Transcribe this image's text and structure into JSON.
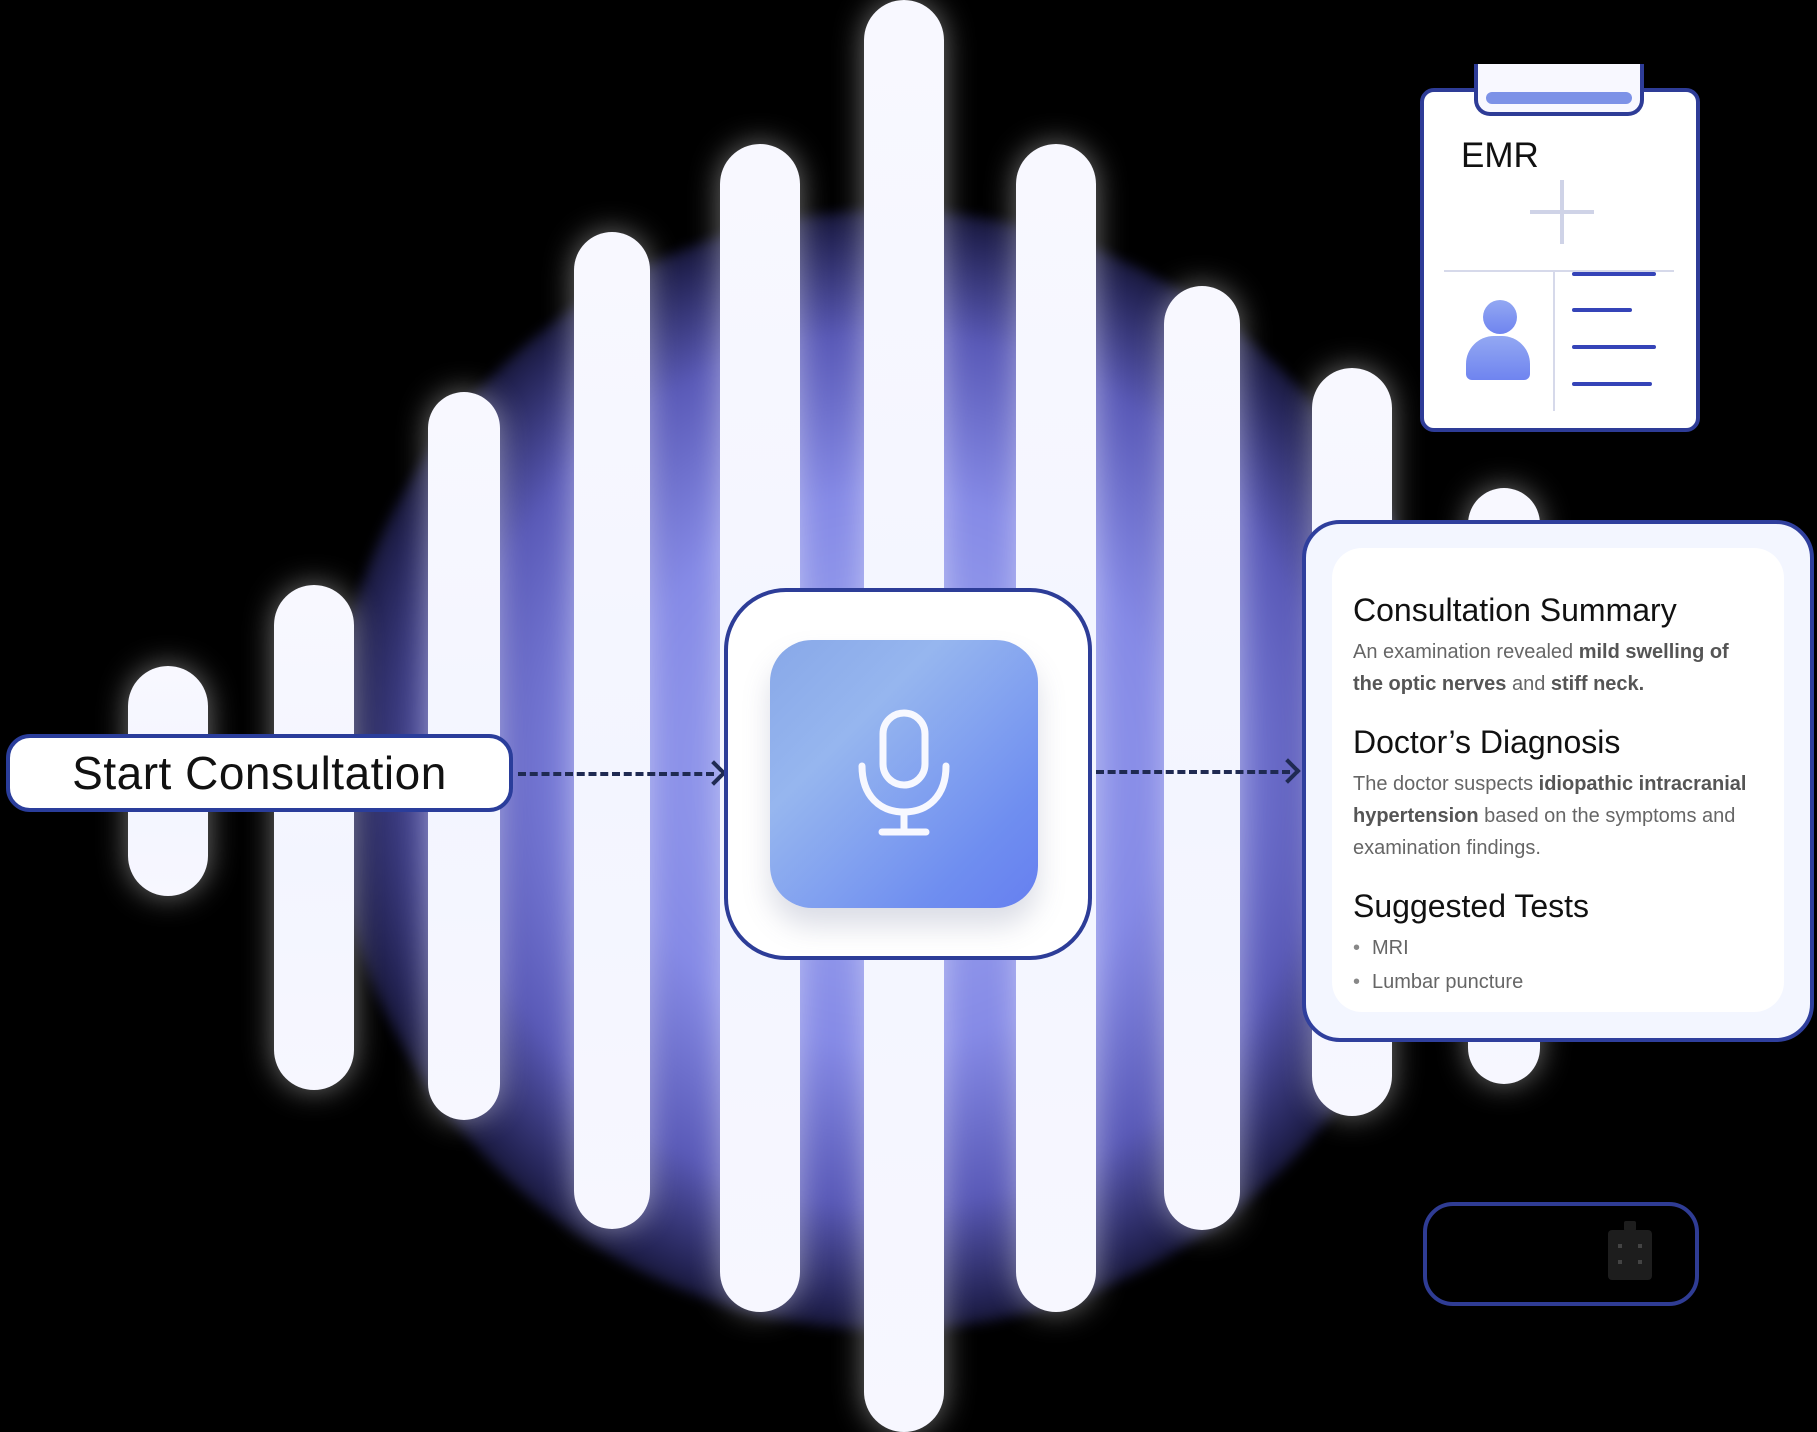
{
  "actions": {
    "start_label": "Start Consultation"
  },
  "icons": {
    "mic": "microphone-icon",
    "emr_plus": "plus-icon",
    "emr_avatar": "person-icon",
    "small_pill_icon": "building-icon"
  },
  "emr": {
    "title": "EMR"
  },
  "summary": {
    "consultation_title": "Consultation Summary",
    "consultation_body_prefix": "An examination revealed ",
    "consultation_body_bold_1": "mild swelling of the optic nerves",
    "consultation_body_middle": " and ",
    "consultation_body_bold_2": "stiff neck.",
    "diagnosis_title": "Doctor’s Diagnosis",
    "diagnosis_body_prefix": "The doctor suspects ",
    "diagnosis_body_bold": "idiopathic intracranial hypertension",
    "diagnosis_body_suffix": " based on the symptoms and examination findings.",
    "tests_title": "Suggested Tests",
    "tests": [
      "MRI",
      "Lumbar puncture"
    ]
  },
  "colors": {
    "accent": "#2f3f9d",
    "mic_tile_start": "#88a8e8",
    "mic_tile_end": "#667ff0",
    "emr_lines": "#3544b8"
  }
}
